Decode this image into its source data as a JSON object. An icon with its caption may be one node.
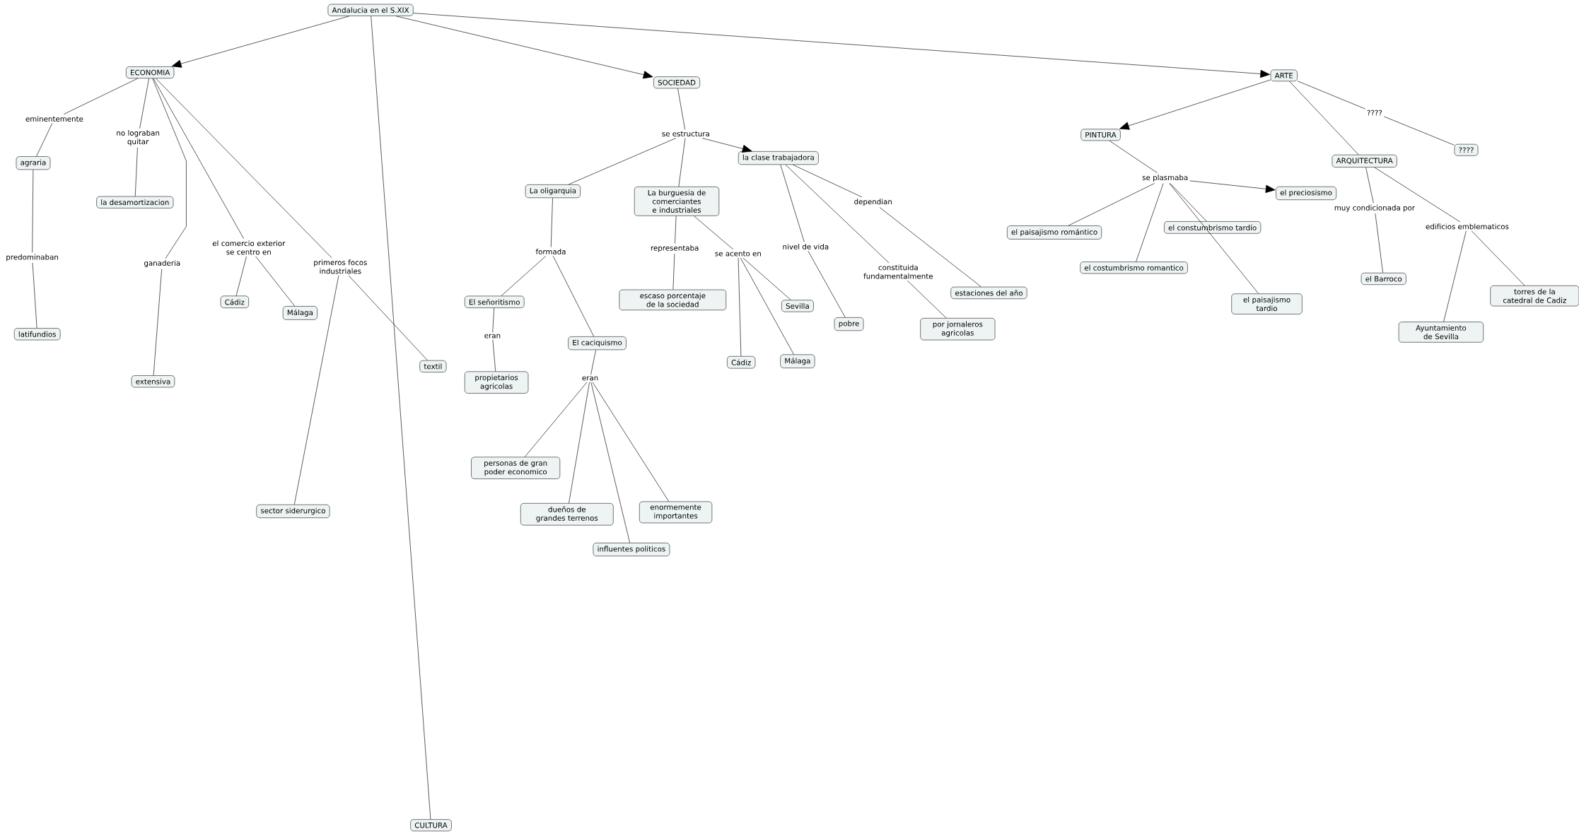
{
  "diagram": {
    "nodes": [
      {
        "text": [
          "Andalucia en el S.XIX"
        ]
      },
      {
        "text": [
          "ECONOMIA"
        ]
      },
      {
        "text": [
          "SOCIEDAD"
        ]
      },
      {
        "text": [
          "ARTE"
        ]
      },
      {
        "text": [
          "CULTURA"
        ]
      },
      {
        "text": [
          "eminentemente"
        ]
      },
      {
        "text": [
          "agraria"
        ]
      },
      {
        "text": [
          "predominaban"
        ]
      },
      {
        "text": [
          "latifundios"
        ]
      },
      {
        "text": [
          "no lograban quitar"
        ]
      },
      {
        "text": [
          "la desamortizacion"
        ]
      },
      {
        "text": [
          "ganaderia"
        ]
      },
      {
        "text": [
          "extensiva"
        ]
      },
      {
        "text": [
          "el comercio exterior se centro en"
        ]
      },
      {
        "text": [
          "Cádiz"
        ]
      },
      {
        "text": [
          "Málaga"
        ]
      },
      {
        "text": [
          "primeros focos industriales"
        ]
      },
      {
        "text": [
          "textil"
        ]
      },
      {
        "text": [
          "sector siderurgico"
        ]
      },
      {
        "text": [
          "se estructura"
        ]
      },
      {
        "text": [
          "La oligarquia"
        ]
      },
      {
        "text": [
          "La burguesia de comerciantes e industriales"
        ]
      },
      {
        "text": [
          "la clase trabajadora"
        ]
      },
      {
        "text": [
          "formada"
        ]
      },
      {
        "text": [
          "El señoritismo"
        ]
      },
      {
        "text": [
          "El caciquismo"
        ]
      },
      {
        "text": [
          "eran"
        ]
      },
      {
        "text": [
          "propietarios agricolas"
        ]
      },
      {
        "text": [
          "eran"
        ]
      },
      {
        "text": [
          "personas de gran poder economico"
        ]
      },
      {
        "text": [
          "dueños de grandes terrenos"
        ]
      },
      {
        "text": [
          "influentes politicos"
        ]
      },
      {
        "text": [
          "enormemente importantes"
        ]
      },
      {
        "text": [
          "representaba"
        ]
      },
      {
        "text": [
          "escaso porcentaje de la sociedad"
        ]
      },
      {
        "text": [
          "se acento en"
        ]
      },
      {
        "text": [
          "Sevilla"
        ]
      },
      {
        "text": [
          "Cádiz"
        ]
      },
      {
        "text": [
          "Málaga"
        ]
      },
      {
        "text": [
          "nivel de vida"
        ]
      },
      {
        "text": [
          "pobre"
        ]
      },
      {
        "text": [
          "constituida fundamentalmente"
        ]
      },
      {
        "text": [
          "por jornaleros agricolas"
        ]
      },
      {
        "text": [
          "dependian"
        ]
      },
      {
        "text": [
          "estaciones del año"
        ]
      },
      {
        "text": [
          "PINTURA"
        ]
      },
      {
        "text": [
          "ARQUITECTURA"
        ]
      },
      {
        "text": [
          "????"
        ]
      },
      {
        "text": [
          "????"
        ]
      },
      {
        "text": [
          "se plasmaba"
        ]
      },
      {
        "text": [
          "el preciosismo"
        ]
      },
      {
        "text": [
          "el paisajismo romántico"
        ]
      },
      {
        "text": [
          "el costumbrismo romantico"
        ]
      },
      {
        "text": [
          "el constumbrismo tardío"
        ]
      },
      {
        "text": [
          "el paisajismo tardio"
        ]
      },
      {
        "text": [
          "muy condicionada por"
        ]
      },
      {
        "text": [
          "el Barroco"
        ]
      },
      {
        "text": [
          "edificios emblematicos"
        ]
      },
      {
        "text": [
          "Ayuntamiento de Sevilla"
        ]
      },
      {
        "text": [
          "torres de la catedral de Cadiz"
        ]
      }
    ],
    "edges": [
      {
        "from": 0,
        "to": 1,
        "arrow": "to"
      },
      {
        "from": 0,
        "to": 2,
        "arrow": "to"
      },
      {
        "from": 0,
        "to": 3,
        "arrow": "to"
      },
      {
        "from": 0,
        "to": 4,
        "arrow": "none"
      },
      {
        "from": 1,
        "to": 5,
        "arrow": "none"
      },
      {
        "from": 5,
        "to": 6,
        "arrow": "none"
      },
      {
        "from": 6,
        "to": 7,
        "arrow": "none"
      },
      {
        "from": 7,
        "to": 8,
        "arrow": "none"
      },
      {
        "from": 1,
        "to": 9,
        "arrow": "none"
      },
      {
        "from": 9,
        "to": 10,
        "arrow": "none"
      },
      {
        "from": 1,
        "to": 11,
        "arrow": "none"
      },
      {
        "from": 11,
        "to": 12,
        "arrow": "none"
      },
      {
        "from": 1,
        "to": 13,
        "arrow": "none"
      },
      {
        "from": 13,
        "to": 14,
        "arrow": "none"
      },
      {
        "from": 13,
        "to": 15,
        "arrow": "none"
      },
      {
        "from": 1,
        "to": 16,
        "arrow": "none"
      },
      {
        "from": 16,
        "to": 17,
        "arrow": "none"
      },
      {
        "from": 16,
        "to": 18,
        "arrow": "none"
      },
      {
        "from": 2,
        "to": 19,
        "arrow": "none"
      },
      {
        "from": 19,
        "to": 20,
        "arrow": "none"
      },
      {
        "from": 19,
        "to": 21,
        "arrow": "none"
      },
      {
        "from": 19,
        "to": 22,
        "arrow": "to"
      },
      {
        "from": 20,
        "to": 23,
        "arrow": "none"
      },
      {
        "from": 23,
        "to": 24,
        "arrow": "none"
      },
      {
        "from": 23,
        "to": 25,
        "arrow": "none"
      },
      {
        "from": 24,
        "to": 26,
        "arrow": "none"
      },
      {
        "from": 26,
        "to": 27,
        "arrow": "none"
      },
      {
        "from": 25,
        "to": 28,
        "arrow": "none"
      },
      {
        "from": 28,
        "to": 29,
        "arrow": "none"
      },
      {
        "from": 28,
        "to": 30,
        "arrow": "none"
      },
      {
        "from": 28,
        "to": 31,
        "arrow": "none"
      },
      {
        "from": 28,
        "to": 32,
        "arrow": "none"
      },
      {
        "from": 21,
        "to": 33,
        "arrow": "none"
      },
      {
        "from": 33,
        "to": 34,
        "arrow": "none"
      },
      {
        "from": 21,
        "to": 35,
        "arrow": "none"
      },
      {
        "from": 35,
        "to": 36,
        "arrow": "none"
      },
      {
        "from": 35,
        "to": 37,
        "arrow": "none"
      },
      {
        "from": 35,
        "to": 38,
        "arrow": "none"
      },
      {
        "from": 22,
        "to": 39,
        "arrow": "none"
      },
      {
        "from": 39,
        "to": 40,
        "arrow": "none"
      },
      {
        "from": 22,
        "to": 41,
        "arrow": "none"
      },
      {
        "from": 41,
        "to": 42,
        "arrow": "none"
      },
      {
        "from": 22,
        "to": 43,
        "arrow": "none"
      },
      {
        "from": 43,
        "to": 44,
        "arrow": "none"
      },
      {
        "from": 3,
        "to": 45,
        "arrow": "to"
      },
      {
        "from": 3,
        "to": 46,
        "arrow": "none"
      },
      {
        "from": 3,
        "to": 47,
        "arrow": "none"
      },
      {
        "from": 47,
        "to": 48,
        "arrow": "none"
      },
      {
        "from": 45,
        "to": 49,
        "arrow": "none"
      },
      {
        "from": 49,
        "to": 50,
        "arrow": "to"
      },
      {
        "from": 49,
        "to": 51,
        "arrow": "none"
      },
      {
        "from": 49,
        "to": 52,
        "arrow": "none"
      },
      {
        "from": 49,
        "to": 53,
        "arrow": "none"
      },
      {
        "from": 49,
        "to": 54,
        "arrow": "none"
      },
      {
        "from": 46,
        "to": 55,
        "arrow": "none"
      },
      {
        "from": 55,
        "to": 56,
        "arrow": "none"
      },
      {
        "from": 46,
        "to": 57,
        "arrow": "none"
      },
      {
        "from": 57,
        "to": 58,
        "arrow": "none"
      },
      {
        "from": 57,
        "to": 59,
        "arrow": "none"
      }
    ]
  }
}
